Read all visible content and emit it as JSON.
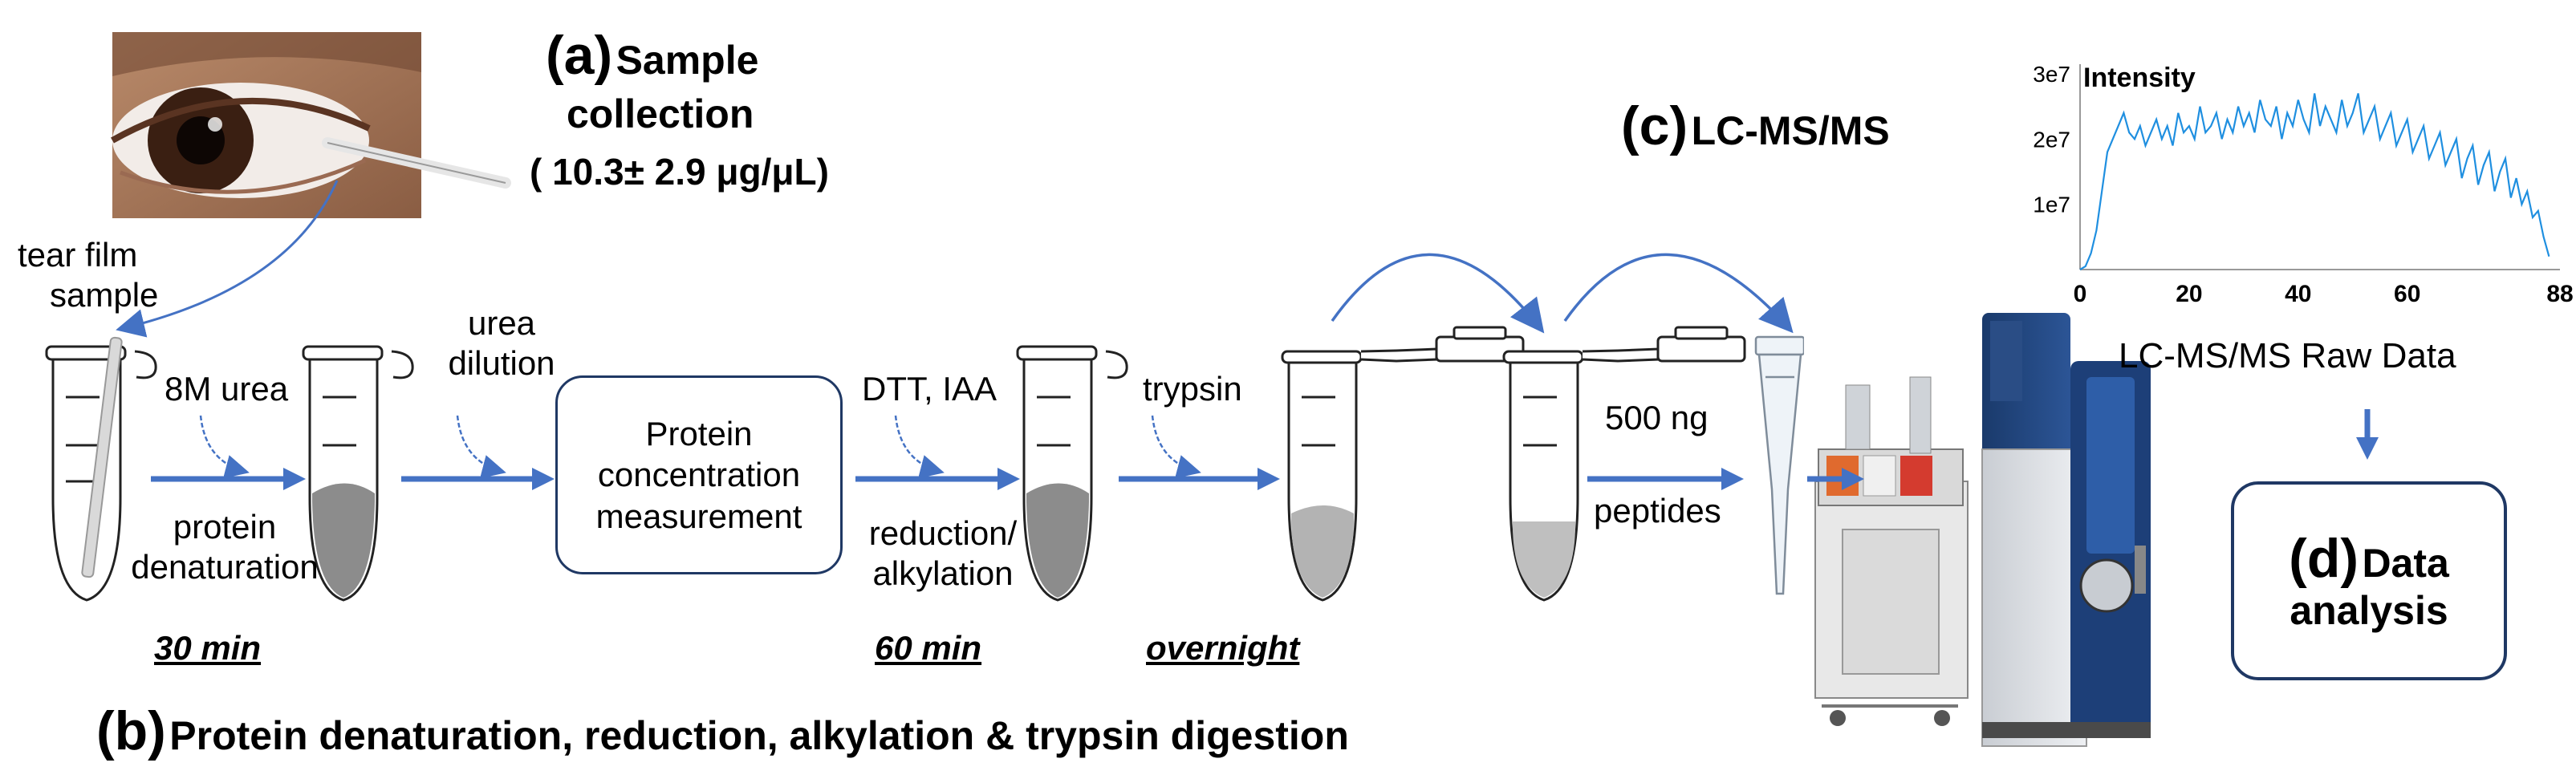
{
  "panel_a": {
    "letter": "(a)",
    "title_line1": "Sample",
    "title_line2": "collection",
    "concentration": "( 10.3± 2.9 μg/μL)"
  },
  "panel_b": {
    "letter": "(b)",
    "title": "Protein denaturation, reduction, alkylation & trypsin digestion",
    "tear_film_label": [
      "tear film",
      "sample"
    ],
    "step1_reagent": "8M urea",
    "step1_process": [
      "protein",
      "denaturation"
    ],
    "step1_time": "30 min",
    "step2_reagent": [
      "urea",
      "dilution"
    ],
    "measurement_box": [
      "Protein",
      "concentration",
      "measurement"
    ],
    "step3_reagent": "DTT, IAA",
    "step3_process": [
      "reduction/",
      "alkylation"
    ],
    "step3_time": "60 min",
    "step4_reagent": "trypsin",
    "step4_time": "overnight",
    "load_amount": "500 ng",
    "load_label": "peptides"
  },
  "panel_c": {
    "letter": "(c)",
    "title": "LC-MS/MS",
    "raw_caption": "LC-MS/MS Raw Data"
  },
  "panel_d": {
    "letter": "(d)",
    "title_line1": "Data",
    "title_line2": "analysis"
  },
  "chart_data": {
    "type": "line",
    "title": "Intensity",
    "xlabel": "",
    "ylabel": "",
    "x_ticks": [
      "0",
      "20",
      "40",
      "60",
      "88"
    ],
    "y_ticks": [
      "1e7",
      "2e7",
      "3e7"
    ],
    "xlim": [
      0,
      88
    ],
    "ylim": [
      0,
      30000000
    ],
    "color": "#1f8fe0",
    "series": [
      {
        "x": [
          0,
          1,
          2,
          3,
          4,
          5,
          6,
          7,
          8,
          9,
          10,
          11,
          12,
          13,
          14,
          15,
          16,
          17,
          18,
          19,
          20,
          21,
          22,
          23,
          24,
          25,
          26,
          27,
          28,
          29,
          30,
          31,
          32,
          33,
          34,
          35,
          36,
          37,
          38,
          39,
          40,
          41,
          42,
          43,
          44,
          45,
          46,
          47,
          48,
          49,
          50,
          51,
          52,
          53,
          54,
          55,
          56,
          57,
          58,
          59,
          60,
          61,
          62,
          63,
          64,
          65,
          66,
          67,
          68,
          69,
          70,
          71,
          72,
          73,
          74,
          75,
          76,
          77,
          78,
          79,
          80,
          81,
          82,
          83,
          84,
          85,
          86
        ],
        "y": [
          0,
          500000,
          2500000,
          6000000,
          12000000,
          18000000,
          20000000,
          22000000,
          24000000,
          21000000,
          20000000,
          22000000,
          19000000,
          21000000,
          23000000,
          20000000,
          22000000,
          19000000,
          24000000,
          21000000,
          22000000,
          20000000,
          25000000,
          21000000,
          22000000,
          24000000,
          20000000,
          23000000,
          21000000,
          25000000,
          22000000,
          24000000,
          21000000,
          26000000,
          23000000,
          22000000,
          25000000,
          20000000,
          24000000,
          22000000,
          26000000,
          23000000,
          21000000,
          27000000,
          22000000,
          25000000,
          23000000,
          21000000,
          26000000,
          22000000,
          24000000,
          27000000,
          21000000,
          23000000,
          25000000,
          20000000,
          22000000,
          24000000,
          19000000,
          21000000,
          23000000,
          18000000,
          20000000,
          22000000,
          17000000,
          19000000,
          21000000,
          16000000,
          18000000,
          20000000,
          14000000,
          17000000,
          19000000,
          13000000,
          16000000,
          18000000,
          12000000,
          15000000,
          17000000,
          11000000,
          14000000,
          10000000,
          12000000,
          8000000,
          9000000,
          5000000,
          2000000
        ]
      }
    ]
  }
}
